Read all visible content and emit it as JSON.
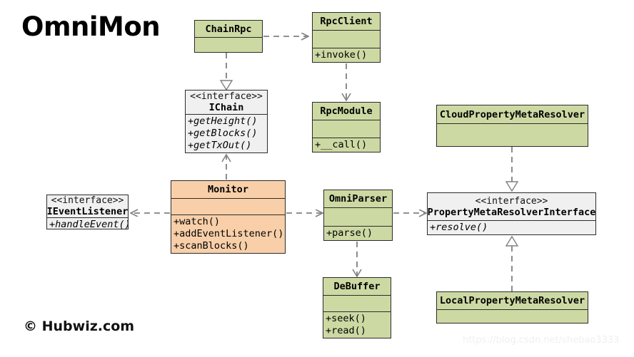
{
  "title": "OmniMon",
  "credit": "© Hubwiz.com",
  "watermark": "https://blog.csdn.net/shebao3333",
  "colors": {
    "class_fill": "#cdd9a3",
    "highlight_fill": "#f8cfa9",
    "interface_fill": "#f0f0f0",
    "border": "#2b2b2b",
    "edge": "#808080"
  },
  "diagram": {
    "type": "uml-class-diagram",
    "classes": [
      {
        "id": "chainrpc",
        "name": "ChainRpc",
        "stereotype": "",
        "attributes": [],
        "operations": [],
        "fill": "class_fill"
      },
      {
        "id": "rpcclient",
        "name": "RpcClient",
        "stereotype": "",
        "attributes": [],
        "operations": [
          "+invoke()"
        ],
        "fill": "class_fill"
      },
      {
        "id": "ichain",
        "name": "IChain",
        "stereotype": "<<interface>>",
        "attributes": [],
        "operations": [
          "+getHeight()",
          "+getBlocks()",
          "+getTxOut()"
        ],
        "fill": "interface_fill"
      },
      {
        "id": "rpcmodule",
        "name": "RpcModule",
        "stereotype": "",
        "attributes": [],
        "operations": [
          "+__call()"
        ],
        "fill": "class_fill"
      },
      {
        "id": "cloudresolver",
        "name": "CloudPropertyMetaResolver",
        "stereotype": "",
        "attributes": [],
        "operations": [],
        "fill": "class_fill"
      },
      {
        "id": "ieventlistener",
        "name": "IEventListener",
        "stereotype": "<<interface>>",
        "attributes": [],
        "operations": [
          "+handleEvent()"
        ],
        "fill": "interface_fill"
      },
      {
        "id": "monitor",
        "name": "Monitor",
        "stereotype": "",
        "attributes": [],
        "operations": [
          "+watch()",
          "+addEventListener()",
          "+scanBlocks()"
        ],
        "fill": "highlight_fill"
      },
      {
        "id": "omniparser",
        "name": "OmniParser",
        "stereotype": "",
        "attributes": [],
        "operations": [
          "+parse()"
        ],
        "fill": "class_fill"
      },
      {
        "id": "resolveriface",
        "name": "PropertyMetaResolverInterface",
        "stereotype": "<<interface>>",
        "attributes": [],
        "operations": [
          "+resolve()"
        ],
        "fill": "interface_fill"
      },
      {
        "id": "debuffer",
        "name": "DeBuffer",
        "stereotype": "",
        "attributes": [],
        "operations": [
          "+seek()",
          "+read()"
        ],
        "fill": "class_fill"
      },
      {
        "id": "localresolver",
        "name": "LocalPropertyMetaResolver",
        "stereotype": "",
        "attributes": [],
        "operations": [],
        "fill": "class_fill"
      }
    ],
    "relations": [
      {
        "from": "chainrpc",
        "to": "rpcclient",
        "kind": "dependency"
      },
      {
        "from": "chainrpc",
        "to": "ichain",
        "kind": "realization"
      },
      {
        "from": "rpcclient",
        "to": "rpcmodule",
        "kind": "dependency"
      },
      {
        "from": "monitor",
        "to": "ichain",
        "kind": "dependency"
      },
      {
        "from": "monitor",
        "to": "ieventlistener",
        "kind": "dependency"
      },
      {
        "from": "monitor",
        "to": "omniparser",
        "kind": "dependency"
      },
      {
        "from": "omniparser",
        "to": "resolveriface",
        "kind": "dependency"
      },
      {
        "from": "omniparser",
        "to": "debuffer",
        "kind": "dependency"
      },
      {
        "from": "cloudresolver",
        "to": "resolveriface",
        "kind": "realization"
      },
      {
        "from": "localresolver",
        "to": "resolveriface",
        "kind": "realization"
      }
    ]
  }
}
